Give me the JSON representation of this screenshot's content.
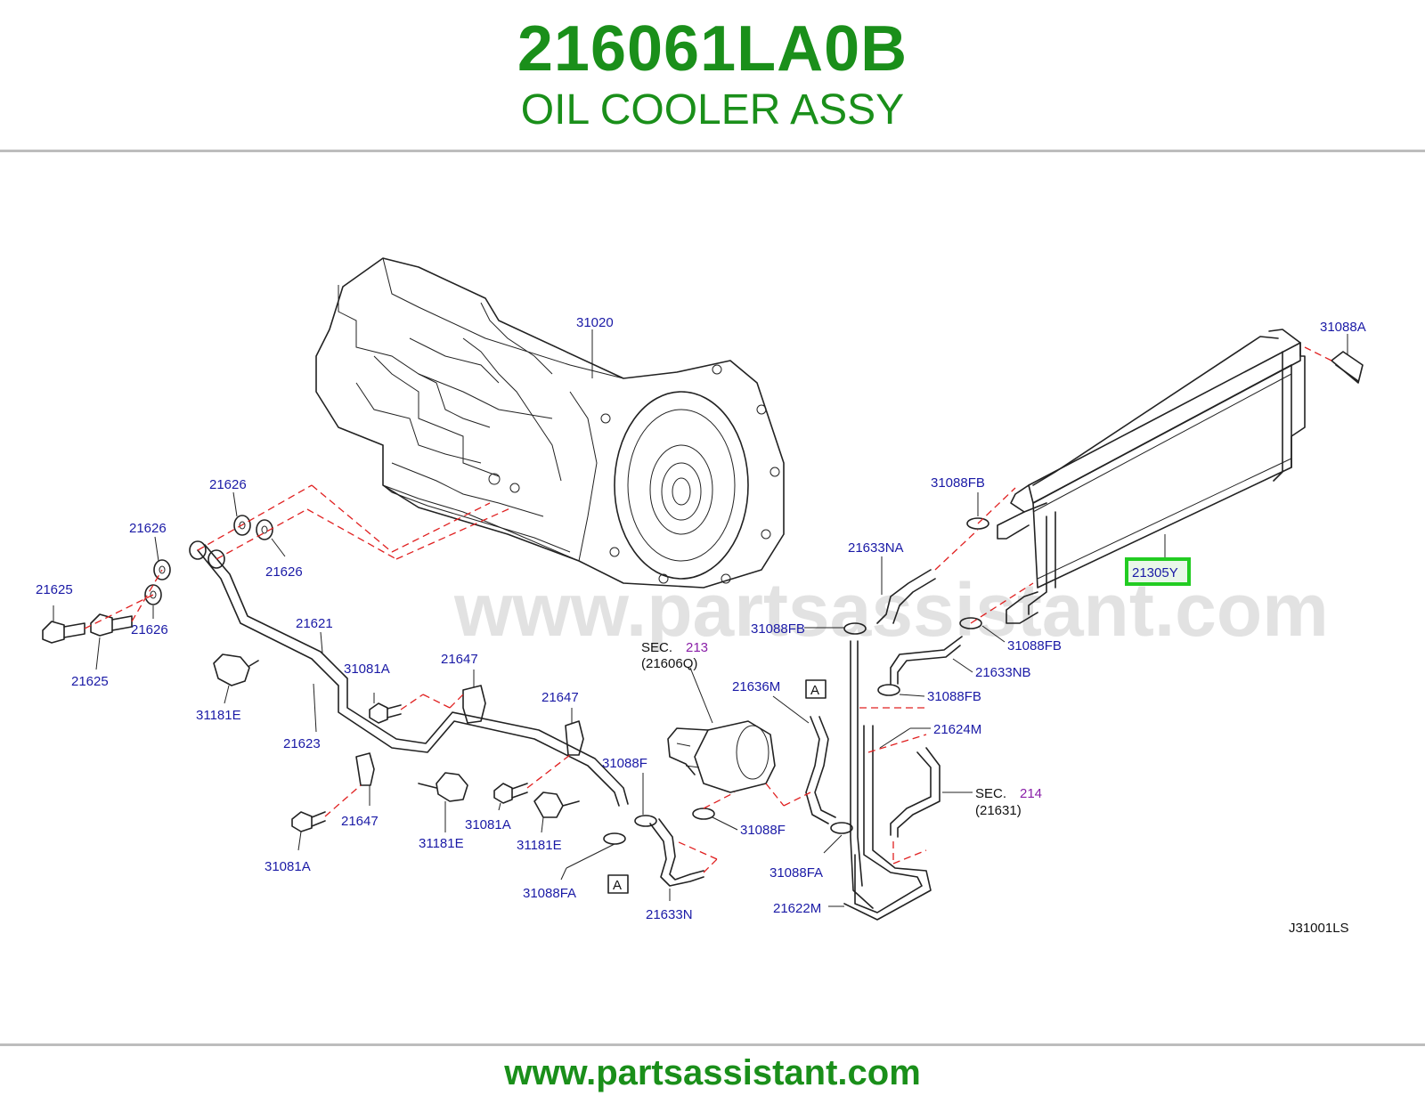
{
  "header": {
    "part_number": "216061LA0B",
    "part_name": "OIL COOLER ASSY"
  },
  "watermark": "www.partsassistant.com",
  "footer": {
    "url": "www.partsassistant.com"
  },
  "colors": {
    "brand_green": "#1a8f1a",
    "label_blue": "#1a1aa6",
    "leader_red": "#e02020",
    "highlight_green": "#22cc22",
    "section_purple": "#8a1fa8"
  },
  "diagram": {
    "code": "J31001LS",
    "highlighted_label": "21305Y",
    "labels": {
      "l31020": "31020",
      "l31088A": "31088A",
      "l31088FB_1": "31088FB",
      "l21633NA": "21633NA",
      "l21305Y": "21305Y",
      "l31088FB_2": "31088FB",
      "l31088FB_3": "31088FB",
      "l21633NB": "21633NB",
      "l31088FB_4": "31088FB",
      "l21624M": "21624M",
      "l21626_1": "21626",
      "l21626_2": "21626",
      "l21626_3": "21626",
      "l21626_4": "21626",
      "l21625_1": "21625",
      "l21625_2": "21625",
      "l21621": "21621",
      "l21647_1": "21647",
      "l31081A_1": "31081A",
      "l31181E_1": "31181E",
      "l21623": "21623",
      "l21647_2": "21647",
      "l21636M": "21636M",
      "l31088F_1": "31088F",
      "l21647_3": "21647",
      "l31081A_2": "31081A",
      "l31181E_2": "31181E",
      "l31181E_3": "31181E",
      "l31081A_3": "31081A",
      "l31088FA_1": "31088FA",
      "l21633N": "21633N",
      "l31088F_2": "31088F",
      "l31088FA_2": "31088FA",
      "l21622M": "21622M",
      "sec213_prefix": "SEC.",
      "sec213_num": "213",
      "sec213_ref": "(21606Q)",
      "sec214_prefix": "SEC.",
      "sec214_num": "214",
      "sec214_ref": "(21631)",
      "boxA_1": "A",
      "boxA_2": "A"
    }
  }
}
